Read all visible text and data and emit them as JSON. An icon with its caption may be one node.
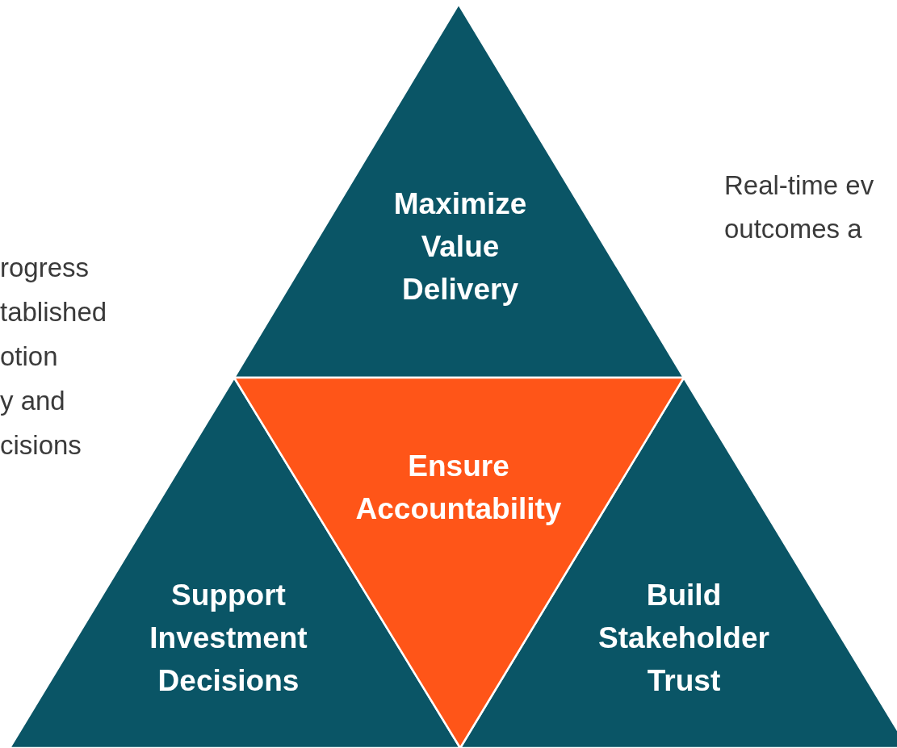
{
  "diagram": {
    "nodes": [
      {
        "text": [
          "Maximize Value Delivery"
        ]
      },
      {
        "text": [
          "Support Investment Decisions"
        ]
      },
      {
        "text": [
          "Ensure Accountability"
        ]
      },
      {
        "text": [
          "Build Stakeholder Trust"
        ]
      }
    ],
    "labels": [
      "rogress",
      "tablished",
      "otion",
      "y and",
      "cisions",
      "Real-time ev",
      "outcomes a"
    ]
  }
}
